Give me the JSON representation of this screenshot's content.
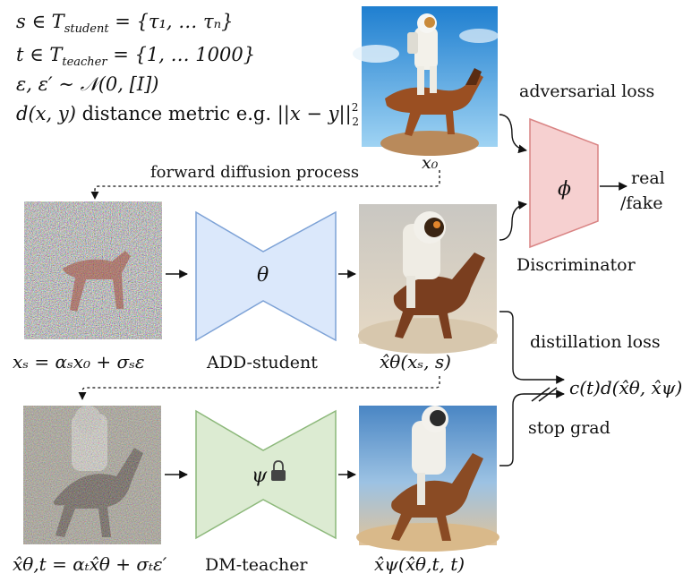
{
  "definitions": {
    "line1": {
      "lhs": "s ∈ T",
      "sub": "student",
      "rhs": " = {τ₁, … τₙ}"
    },
    "line2": {
      "lhs": "t ∈ T",
      "sub": "teacher",
      "rhs": " = {1, … 1000}"
    },
    "line3": "ε, ε′ ∼ 𝒩(0, [I])",
    "line4_a": "d(x, y)",
    "line4_b": " distance metric e.g. ",
    "line4_c": "||x − y||",
    "line4_sup": "2",
    "line4_sub": "2"
  },
  "labels": {
    "x0": "x₀",
    "forward_diffusion": "forward diffusion process",
    "adversarial_loss": "adversarial loss",
    "discriminator_symbol": "ϕ",
    "real": "real",
    "fake": "/fake",
    "discriminator": "Discriminator",
    "student_symbol": "θ",
    "student_name": "ADD-student",
    "xs_eq": "xₛ = αₛx₀ + σₛε",
    "student_out": "x̂θ(xₛ, s)",
    "distillation_loss": "distillation loss",
    "loss_expr": "c(t)d(x̂θ, x̂ψ)",
    "stop_grad": "stop grad",
    "teacher_symbol": "ψ",
    "teacher_name": "DM-teacher",
    "noisy_eq": "x̂θ,t = αₜx̂θ + σₜε′",
    "teacher_out": "x̂ψ(x̂θ,t, t)"
  },
  "colors": {
    "student_fill": "#dbe8fb",
    "student_stroke": "#7da2d6",
    "teacher_fill": "#dcebd2",
    "teacher_stroke": "#8cb87a",
    "disc_fill": "#f6d0d0",
    "disc_stroke": "#d98484",
    "sky": "#2e8fd6",
    "sand": "#d9b98a",
    "horse": "#8a4b24"
  },
  "icons": {
    "lock": "lock-icon"
  }
}
